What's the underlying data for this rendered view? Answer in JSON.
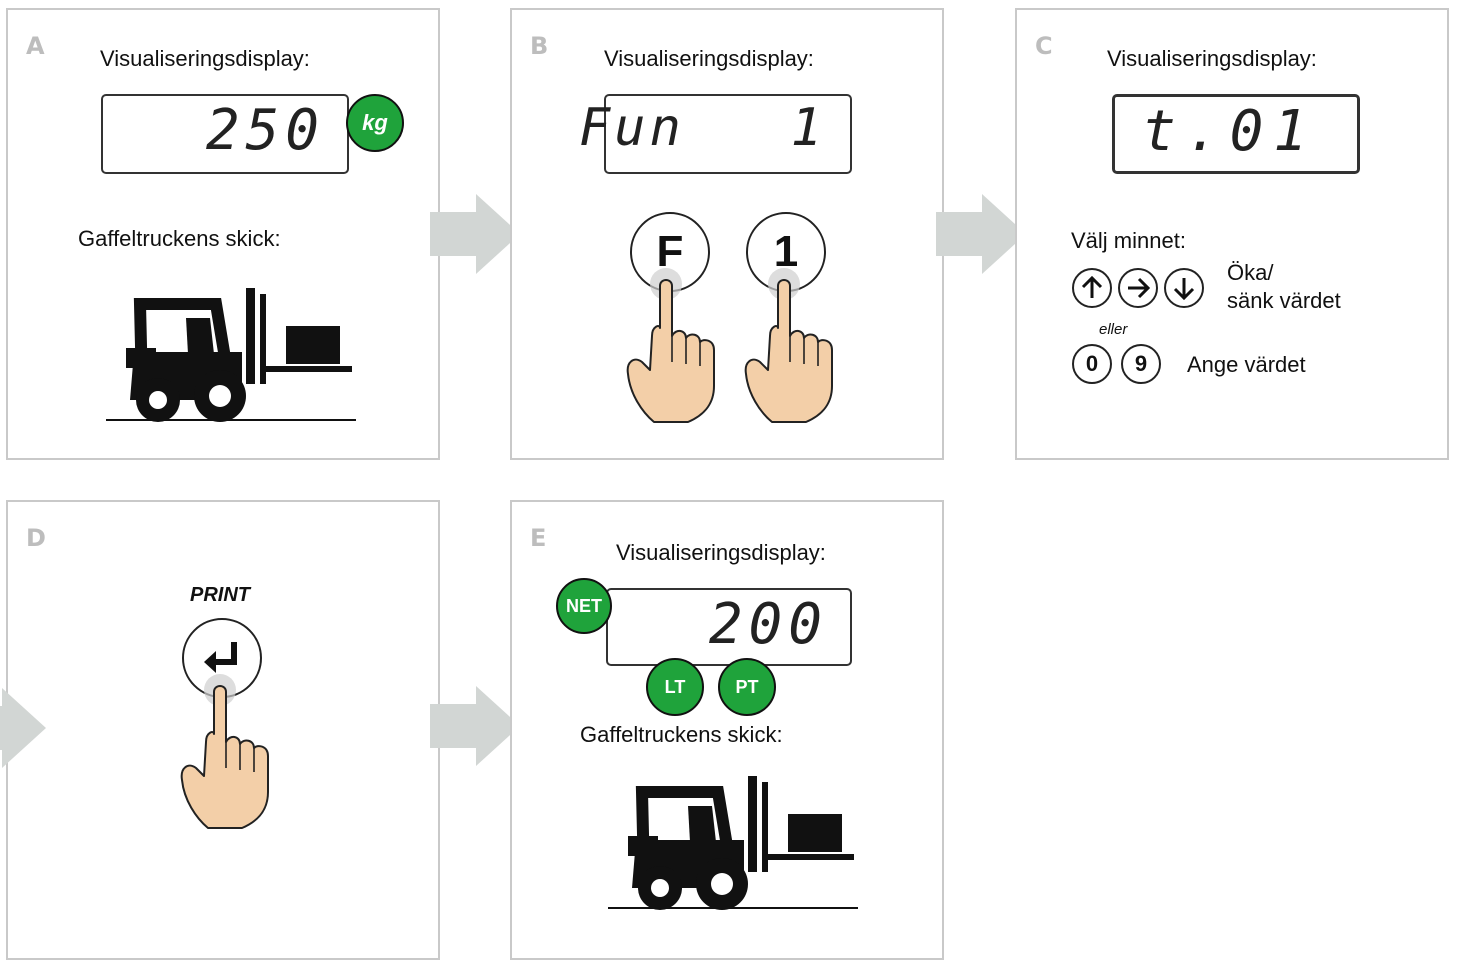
{
  "panels": {
    "a": {
      "letter": "A",
      "display_label": "Visualiseringsdisplay:",
      "display_value": "250",
      "unit_badge": "kg",
      "truck_label": "Gaffeltruckens skick:"
    },
    "b": {
      "letter": "B",
      "display_label": "Visualiseringsdisplay:",
      "display_value": "Fun   1",
      "key_f": "F",
      "key_1": "1"
    },
    "c": {
      "letter": "C",
      "display_label": "Visualiseringsdisplay:",
      "display_value": "t.01",
      "choose_label": "Välj minnet:",
      "increase_line1": "Öka/",
      "increase_line2": "sänk värdet",
      "or_label": "eller",
      "key_0": "0",
      "key_9": "9",
      "enter_label": "Ange värdet"
    },
    "d": {
      "letter": "D",
      "key_label": "PRINT"
    },
    "e": {
      "letter": "E",
      "display_label": "Visualiseringsdisplay:",
      "display_value": "200",
      "badge_net": "NET",
      "badge_lt": "LT",
      "badge_pt": "PT",
      "truck_label": "Gaffeltruckens skick:"
    }
  },
  "colors": {
    "badge_green": "#1fa33b",
    "arrow_gray": "#d2d6d4",
    "skin": "#f3cfa8",
    "panel_border": "#c9c9c9"
  },
  "icons": [
    "forklift-icon",
    "hand-pressing-icon",
    "arrow-up-icon",
    "arrow-right-icon",
    "arrow-down-icon",
    "enter-icon",
    "step-arrow-icon"
  ]
}
